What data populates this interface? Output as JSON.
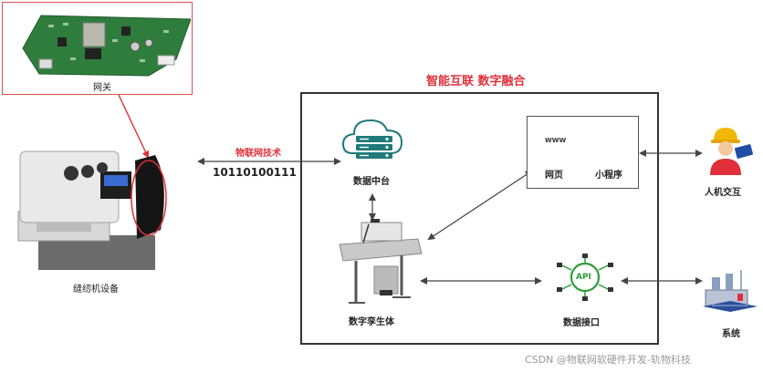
{
  "gateway": {
    "label": "网关"
  },
  "title": "智能互联  数字融合",
  "iot": {
    "label": "物联网技术",
    "binary": "10110100111"
  },
  "sewing_machine": {
    "label": "缝纫机设备"
  },
  "data_platform": {
    "label": "数据中台"
  },
  "digital_twin": {
    "label": "数字孪生体"
  },
  "web_page": {
    "label": "网页",
    "www_text": "WWW"
  },
  "mini_program": {
    "label": "小程序"
  },
  "human_interaction": {
    "label": "人机交互"
  },
  "api": {
    "label": "数据接口",
    "icon_text": "API"
  },
  "system": {
    "label": "系统"
  },
  "watermark": "CSDN @物联网软硬件开发-轨物科技",
  "colors": {
    "accent_red": "#e0303a",
    "api_green": "#2e9e3a",
    "cloud_teal": "#1f7a7a",
    "line": "#555555"
  }
}
